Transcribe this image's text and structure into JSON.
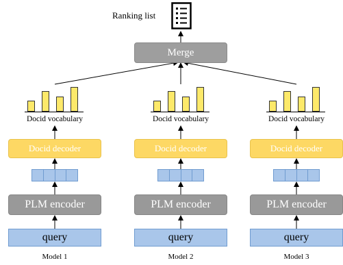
{
  "header": {
    "ranking_label": "Ranking list"
  },
  "merge_label": "Merge",
  "columns": [
    {
      "model_label": "Model 1",
      "vocab_label": "Docid vocabulary",
      "decoder_label": "Docid decoder",
      "encoder_label": "PLM encoder",
      "query_label": "query"
    },
    {
      "model_label": "Model 2",
      "vocab_label": "Docid vocabulary",
      "decoder_label": "Docid decoder",
      "encoder_label": "PLM encoder",
      "query_label": "query"
    },
    {
      "model_label": "Model 3",
      "vocab_label": "Docid vocabulary",
      "decoder_label": "Docid decoder",
      "encoder_label": "PLM encoder",
      "query_label": "query"
    }
  ],
  "colors": {
    "merge": "#9e9e9e",
    "decoder": "#fdd864",
    "encoder": "#999999",
    "query": "#a9c6ea",
    "bar": "#fde96a"
  },
  "icons": {
    "ranking": "ranking-list-icon"
  }
}
